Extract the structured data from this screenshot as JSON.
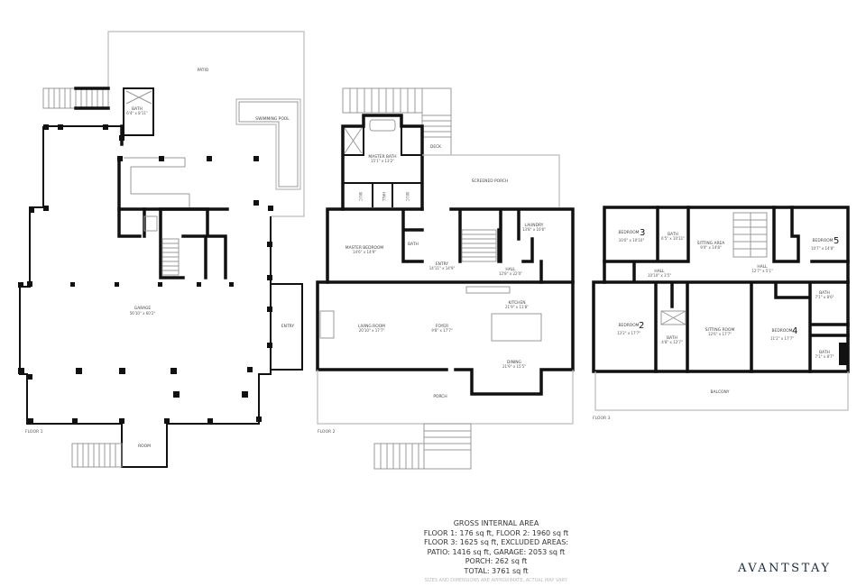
{
  "floor1": {
    "label": "FLOOR 1",
    "rooms": {
      "patio": {
        "name": "PATIO"
      },
      "pool": {
        "name": "SWIMMING POOL"
      },
      "bath": {
        "name": "BATH",
        "dims": "6'4\" x 8'11\""
      },
      "garage": {
        "name": "GARAGE",
        "dims": "56'10\" x 60'2\""
      },
      "entry": {
        "name": "ENTRY"
      },
      "room": {
        "name": "ROOM"
      }
    }
  },
  "floor2": {
    "label": "FLOOR 2",
    "rooms": {
      "deck": {
        "name": "DECK"
      },
      "master_bath": {
        "name": "MASTER BATH",
        "dims": "15'1\" x 13'2\""
      },
      "screened_porch": {
        "name": "SCREENED PORCH"
      },
      "wic1": {
        "name": "W.I.C"
      },
      "hall_small": {
        "name": "HALL"
      },
      "wic2": {
        "name": "W.I.C"
      },
      "master_bedroom": {
        "name": "MASTER BEDROOM",
        "dims": "14'6\" x 14'9\""
      },
      "bath": {
        "name": "BATH"
      },
      "entry": {
        "name": "ENTRY",
        "dims": "14'11\" x 14'9\""
      },
      "laundry": {
        "name": "LAUNDRY",
        "dims": "13'8\" x 10'6\""
      },
      "hall": {
        "name": "HALL",
        "dims": "12'8\" x 22'0\""
      },
      "kitchen": {
        "name": "KITCHEN",
        "dims": "21'9\" x 11'8\""
      },
      "living_room": {
        "name": "LIVING ROOM",
        "dims": "20'10\" x 17'7\""
      },
      "foyer": {
        "name": "FOYER",
        "dims": "9'8\" x 17'7\""
      },
      "dining": {
        "name": "DINING",
        "dims": "21'9\" x 15'5\""
      },
      "porch": {
        "name": "PORCH"
      }
    }
  },
  "floor3": {
    "label": "FLOOR 3",
    "rooms": {
      "bedroom3": {
        "name": "BEDROOM",
        "num": "3",
        "dims": "10'0\" x 10'10\""
      },
      "bath_a": {
        "name": "BATH",
        "dims": "6'5\" x 10'11\""
      },
      "sitting_area": {
        "name": "SITTING AREA",
        "dims": "9'4\" x 14'8\""
      },
      "bedroom5": {
        "name": "BEDROOM",
        "num": "5",
        "dims": "10'7\" x 14'8\""
      },
      "hall_a": {
        "name": "HALL",
        "dims": "10'10\" x 3'5\""
      },
      "hall_b": {
        "name": "HALL",
        "dims": "12'7\" x 5'1\""
      },
      "bath_b": {
        "name": "BATH",
        "dims": "7'1\" x 8'6\""
      },
      "bedroom2": {
        "name": "BEDROOM",
        "num": "2",
        "dims": "13'2\" x 17'7\""
      },
      "bath_c": {
        "name": "BATH",
        "dims": "4'8\" x 12'7\""
      },
      "sitting_room": {
        "name": "SITTING ROOM",
        "dims": "12'6\" x 17'7\""
      },
      "bedroom4": {
        "name": "BEDROOM",
        "num": "4",
        "dims": "11'2\" x 17'7\""
      },
      "bath_d": {
        "name": "BATH",
        "dims": "7'1\" x 8'7\""
      },
      "balcony": {
        "name": "BALCONY"
      }
    }
  },
  "summary": {
    "title": "GROSS INTERNAL AREA",
    "line1": "FLOOR 1: 176 sq ft, FLOOR 2: 1960 sq ft",
    "line2": "FLOOR 3: 1625 sq ft, EXCLUDED AREAS:",
    "line3": "PATIO: 1416 sq ft, GARAGE: 2053 sq ft",
    "line4": "PORCH: 262 sq ft",
    "total": "TOTAL: 3761 sq ft",
    "disclaimer": "SIZES AND DIMENSIONS ARE APPROXIMATE, ACTUAL MAY VARY."
  },
  "brand": "AVANTSTAY"
}
